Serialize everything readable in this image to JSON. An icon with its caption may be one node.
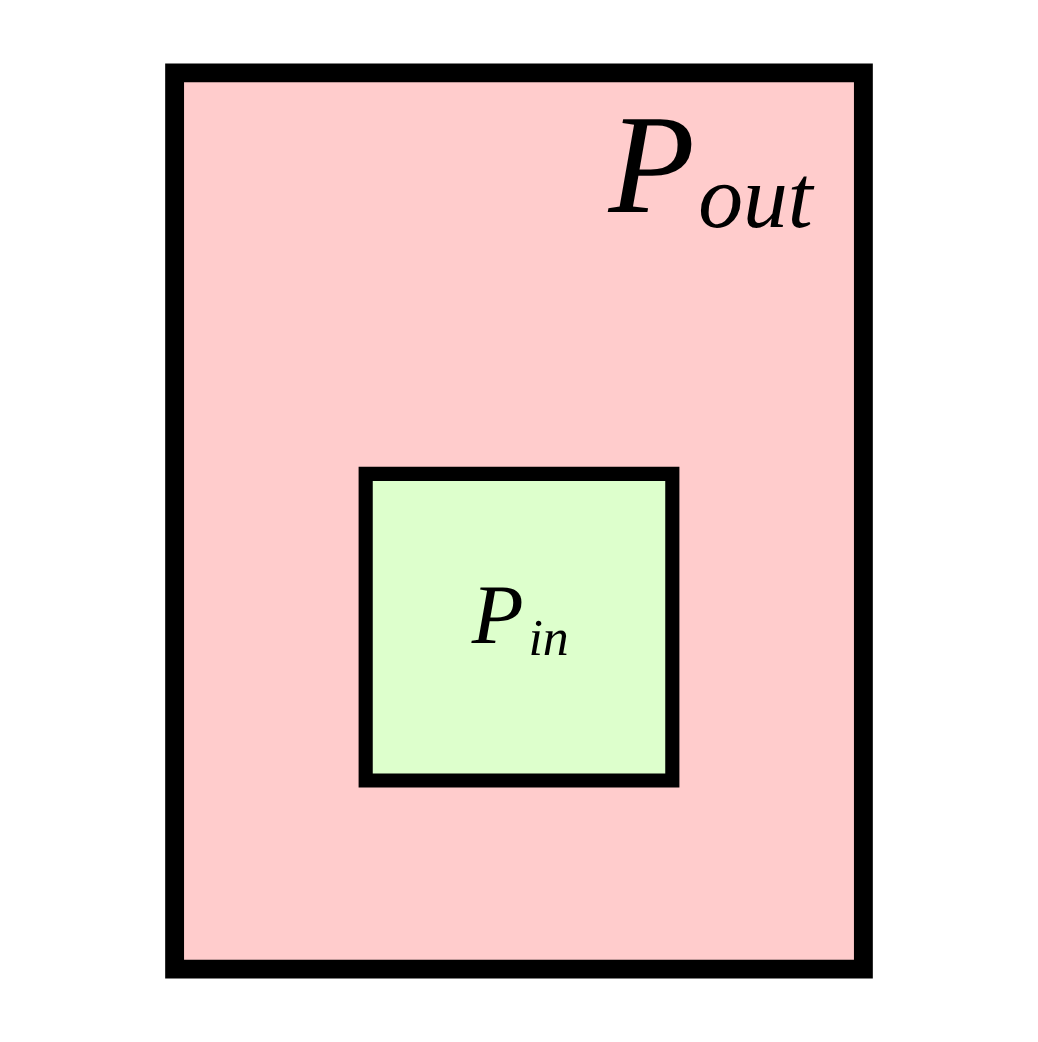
{
  "diagram": {
    "nodes": [
      {
        "text": [
          "P$_{out}$"
        ]
      },
      {
        "text": [
          "P$_{in}$"
        ],
        "in": 0
      }
    ],
    "edges": []
  }
}
